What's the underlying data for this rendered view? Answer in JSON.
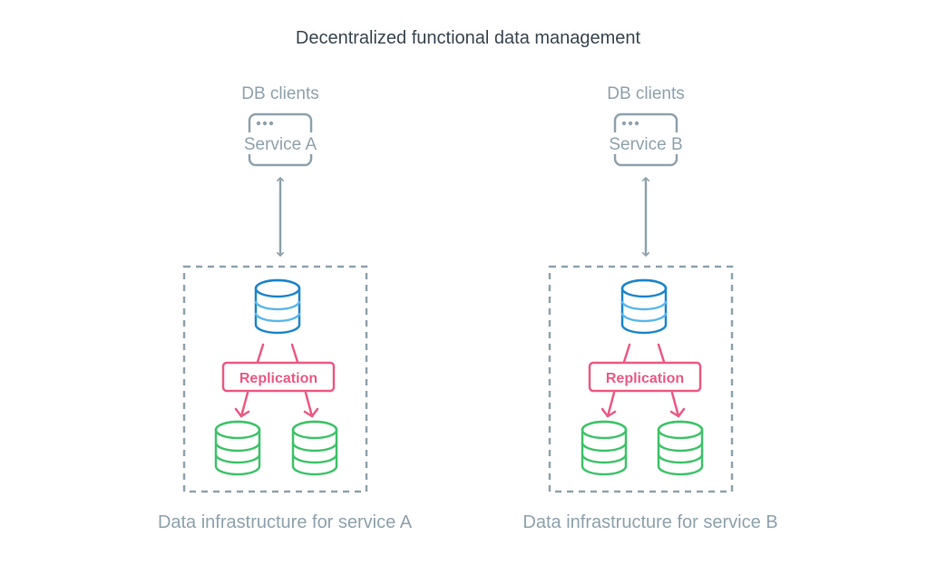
{
  "title": "Decentralized functional data management",
  "colors": {
    "title": "#3a4750",
    "gray": "#8fa2ad",
    "blue_dark": "#1d86cc",
    "blue_light": "#5cb8ec",
    "green": "#3fc36a",
    "pink": "#ec5a84",
    "background": "#ffffff"
  },
  "panels": [
    {
      "clients_label": "DB clients",
      "service_label": "Service A",
      "replication_label": "Replication",
      "infra_label": "Data infrastructure for service A"
    },
    {
      "clients_label": "DB clients",
      "service_label": "Service B",
      "replication_label": "Replication",
      "infra_label": "Data infrastructure for service B"
    }
  ]
}
